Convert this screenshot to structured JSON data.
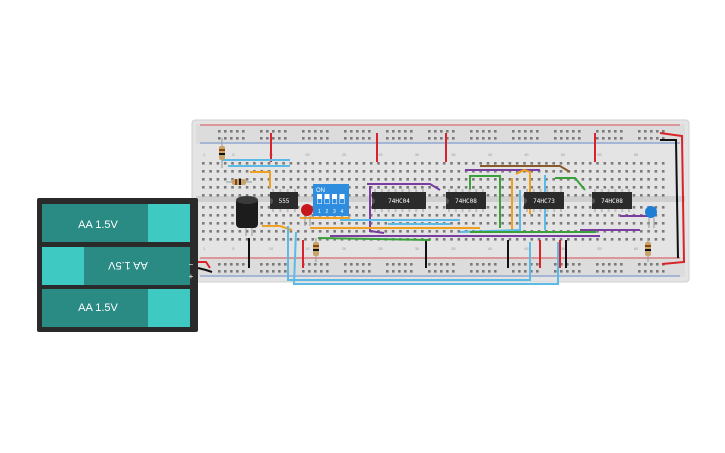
{
  "battery_pack": {
    "cells": [
      {
        "label": "AA 1.5V",
        "flipped": false
      },
      {
        "label": "AA 1.5V",
        "flipped": true
      },
      {
        "label": "AA 1.5V",
        "flipped": false
      }
    ],
    "terminal_plus": "+",
    "terminal_minus": "−"
  },
  "breadboard": {
    "column_numbers": [
      "1",
      "5",
      "10",
      "15",
      "20",
      "25",
      "30",
      "35",
      "40",
      "45",
      "50",
      "55",
      "60"
    ],
    "row_letters_top": [
      "j",
      "i",
      "h",
      "g",
      "f"
    ],
    "row_letters_bottom": [
      "e",
      "d",
      "c",
      "b",
      "a"
    ]
  },
  "chips": [
    {
      "id": "u1",
      "label": "555"
    },
    {
      "id": "u2",
      "label": "74HC04"
    },
    {
      "id": "u3",
      "label": "74HC08"
    },
    {
      "id": "u4",
      "label": "74HC73"
    },
    {
      "id": "u5",
      "label": "74HC08"
    }
  ],
  "dip_switch": {
    "label": "ON",
    "positions": [
      "1",
      "2",
      "3",
      "4"
    ]
  },
  "colors": {
    "board": "#e2e2e2",
    "chip": "#2b2b2b",
    "battery_cell": "#2a8a84",
    "battery_cap": "#3ec9c2",
    "dip": "#2f8de0",
    "wire_purple": "#7a3ea0",
    "wire_orange": "#f0a020",
    "wire_green": "#3aa13a",
    "wire_blue": "#5bbbe6",
    "wire_brown": "#8b5a2b",
    "wire_red": "#d9232a",
    "wire_black": "#111111"
  }
}
